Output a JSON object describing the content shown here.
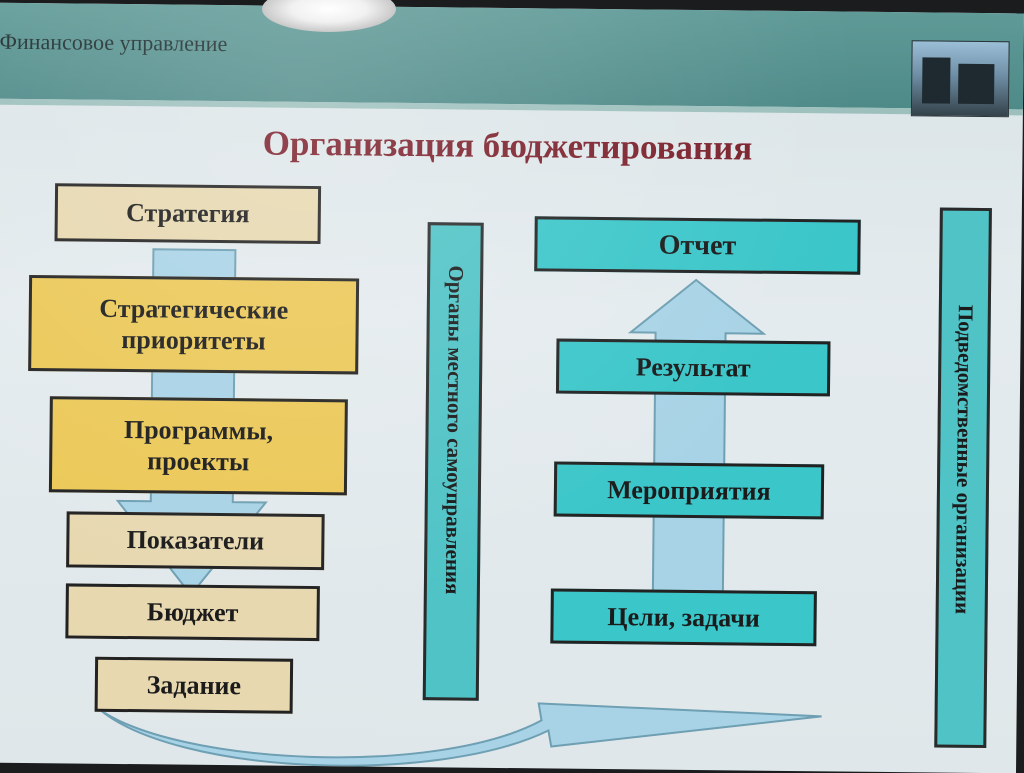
{
  "header": {
    "title": "Финансовое управление"
  },
  "slide_title": "Организация бюджетирования",
  "left_column": [
    "Стратегия",
    "Стратегические приоритеты",
    "Программы, проекты",
    "Показатели",
    "Бюджет",
    "Задание"
  ],
  "middle_bar": "Органы местного самоуправления",
  "right_column": [
    "Отчет",
    "Результат",
    "Мероприятия",
    "Цели, задачи"
  ],
  "right_bar": "Подведомственные организации",
  "colors": {
    "header": "#4e8a88",
    "title": "#7b1f2a",
    "beige": "#e7d8b0",
    "gold": "#ebc857",
    "cyan": "#3bc6c9",
    "arrow": "#a8d3e6"
  },
  "icons": [
    "building-logo",
    "down-arrow",
    "up-arrow",
    "curved-arrow"
  ]
}
